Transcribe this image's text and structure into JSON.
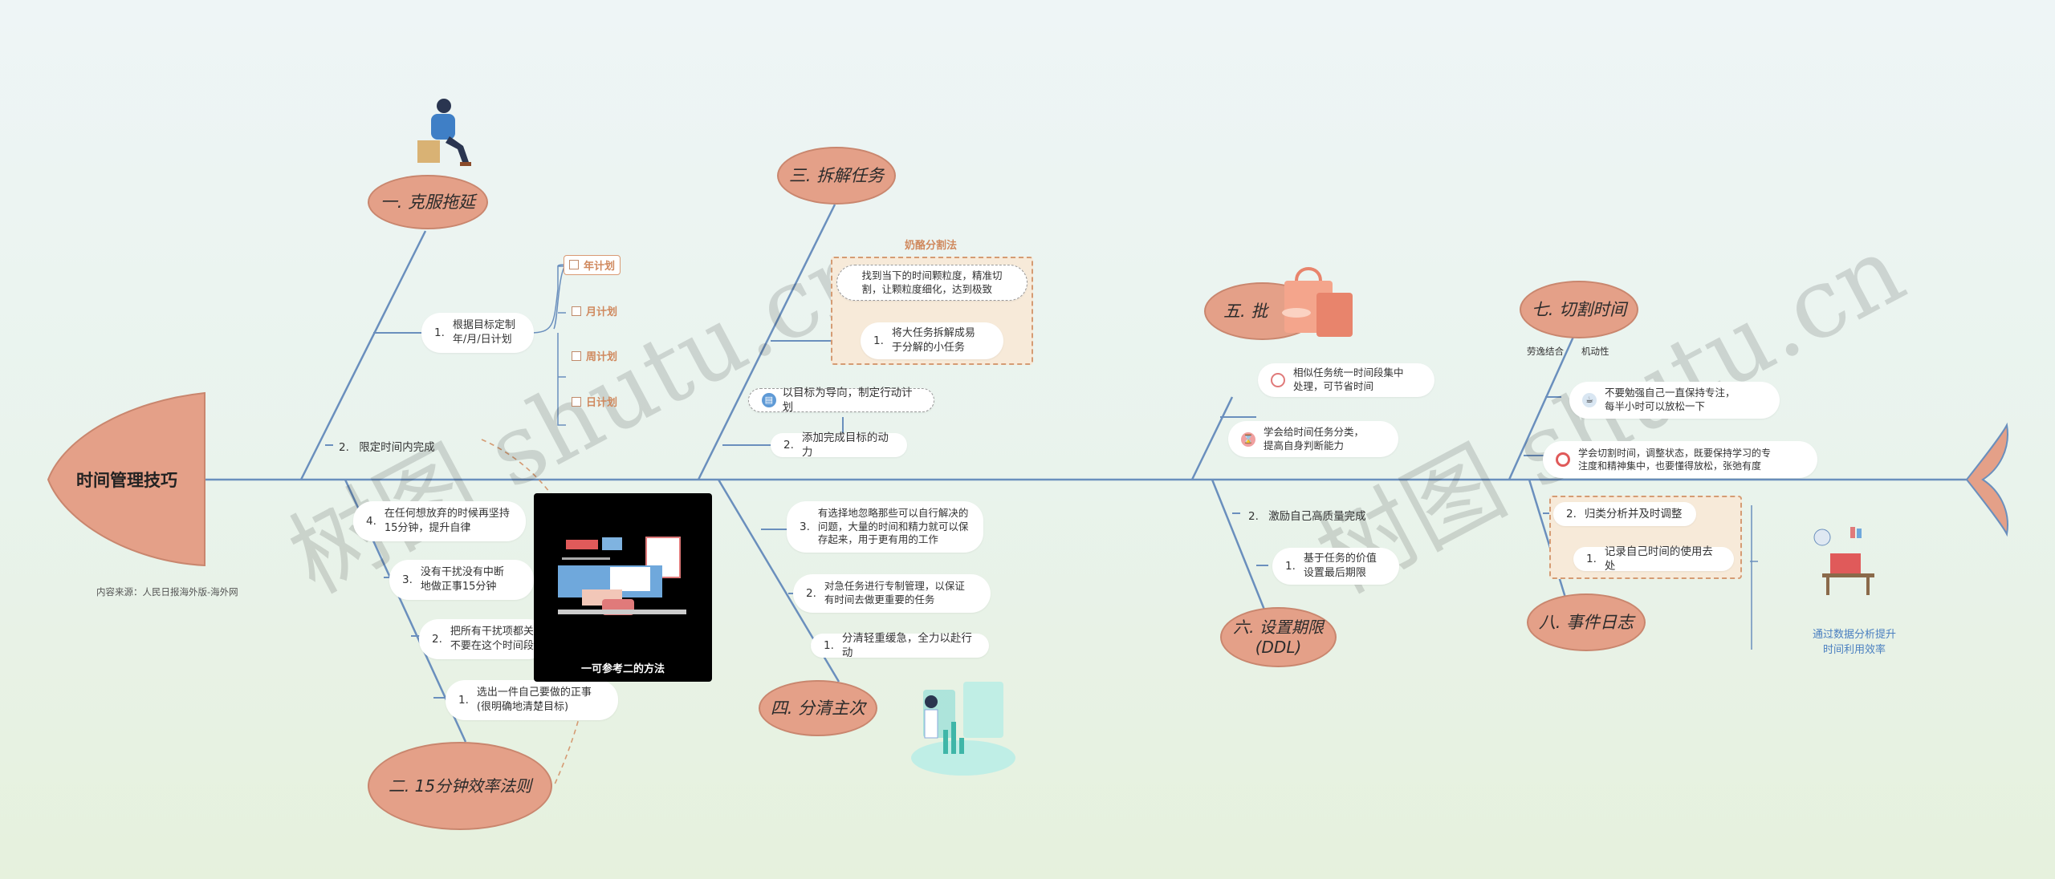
{
  "title": "时间管理技巧",
  "source": "内容来源：人民日报海外版-海外网",
  "watermark": "树图 shutu.cn",
  "colors": {
    "spine": "#6a8fbd",
    "oval": "#e4a088",
    "accent": "#d0895e"
  },
  "branches": {
    "b1": {
      "title": "一. 克服拖延",
      "items": {
        "plan": {
          "num": "1.",
          "text": "根据目标定制\n年/月/日计划"
        },
        "deadline": {
          "num": "2.",
          "text": "限定时间内完成"
        }
      },
      "plans": [
        "年计划",
        "月计划",
        "周计划",
        "日计划"
      ]
    },
    "b2": {
      "title": "二. 15分钟效率法则",
      "items": {
        "i4": {
          "num": "4.",
          "text": "在任何想放弃的时候再坚持\n15分钟，提升自律"
        },
        "i3": {
          "num": "3.",
          "text": "没有干扰没有中断\n地做正事15分钟"
        },
        "i2": {
          "num": "2.",
          "text": "把所有干扰项都关\n不要在这个时间段"
        },
        "i1": {
          "num": "1.",
          "text": "选出一件自己要做的正事\n(很明确地清楚目标)"
        }
      },
      "panel_caption": "一可参考二的方法"
    },
    "b3": {
      "title": "三. 拆解任务",
      "method_title": "奶酪分割法",
      "top_note": "找到当下的时间颗粒度，精准切\n割，让颗粒度细化，达到极致",
      "items": {
        "i1": {
          "num": "1.",
          "text": "将大任务拆解成易\n于分解的小任务"
        },
        "i2": {
          "num": "2.",
          "text": "添加完成目标的动力"
        }
      },
      "goal_note": "以目标为导向，制定行动计划"
    },
    "b4": {
      "title": "四. 分清主次",
      "items": {
        "i3": {
          "num": "3.",
          "text": "有选择地忽略那些可以自行解决的\n问题，大量的时间和精力就可以保\n存起来，用于更有用的工作"
        },
        "i2": {
          "num": "2.",
          "text": "对急任务进行专制管理，以保证\n有时间去做更重要的任务"
        },
        "i1": {
          "num": "1.",
          "text": "分清轻重缓急，全力以赴行动"
        }
      }
    },
    "b5": {
      "title": "五. 批",
      "items": {
        "i1": {
          "text": "相似任务统一时间段集中\n处理，可节省时间"
        },
        "i2": {
          "text": "学会给时间任务分类，\n提高自身判断能力"
        }
      }
    },
    "b6": {
      "title": "六. 设置期限\n(DDL)",
      "items": {
        "i2": {
          "num": "2.",
          "text": "激励自己高质量完成"
        },
        "i1": {
          "num": "1.",
          "text": "基于任务的价值\n设置最后期限"
        }
      }
    },
    "b7": {
      "title": "七. 切割时间",
      "labels": [
        "劳逸结合",
        "机动性"
      ],
      "items": {
        "i1": {
          "text": "不要勉强自己一直保持专注，\n每半小时可以放松一下"
        },
        "i2": {
          "text": "学会切割时间，调整状态，既要保持学习的专\n注度和精神集中，也要懂得放松，张弛有度"
        }
      }
    },
    "b8": {
      "title": "八. 事件日志",
      "items": {
        "i2": {
          "num": "2.",
          "text": "归类分析并及时调整"
        },
        "i1": {
          "num": "1.",
          "text": "记录自己时间的使用去处"
        }
      },
      "side_note": "通过数据分析提升\n时间利用效率"
    }
  }
}
